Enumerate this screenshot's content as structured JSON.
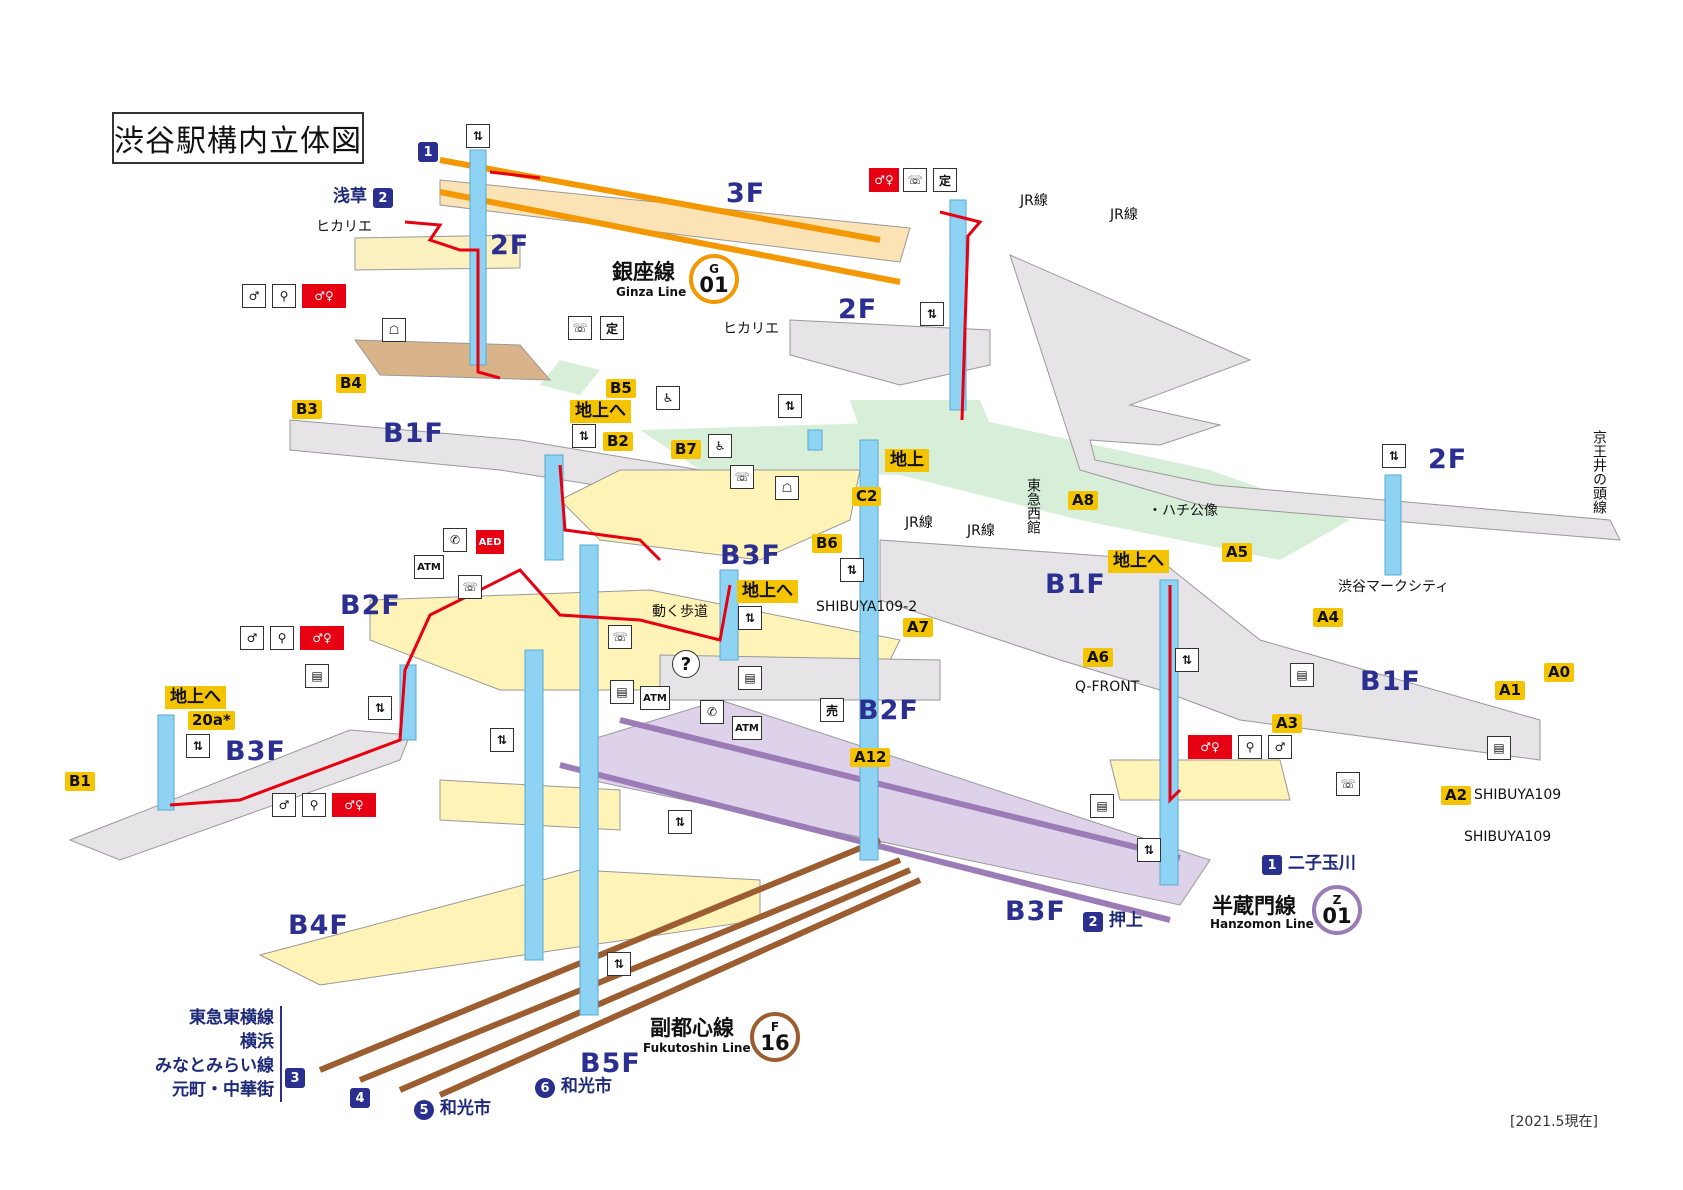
{
  "title": "渋谷駅構内立体図",
  "date_note": "[2021.5現在]",
  "floors": {
    "f3": "3F",
    "f2_ginza": "2F",
    "f2_hikarie": "2F",
    "f2_keio": "2F",
    "b1f_left": "B1F",
    "b1f_right_upper": "B1F",
    "b1f_right": "B1F",
    "b2f_left": "B2F",
    "b2f_center": "B2F",
    "b3f_center": "B3F",
    "b3f_left": "B3F",
    "b3f_hanzomon": "B3F",
    "b4f": "B4F",
    "b5f": "B5F"
  },
  "exits": {
    "b1": "B1",
    "b3": "B3",
    "b4": "B4",
    "b5": "B5",
    "b2": "B2",
    "b7": "B7",
    "b6": "B6",
    "c2": "C2",
    "a8": "A8",
    "a5": "A5",
    "a4": "A4",
    "a7": "A7",
    "a6": "A6",
    "a3": "A3",
    "a12": "A12",
    "a1": "A1",
    "a0": "A0",
    "a2": "A2",
    "x20a": "20a*"
  },
  "to_ground": {
    "b5_chijo": "地上へ",
    "center_chijo": "地上へ",
    "right_chijo": "地上へ",
    "left_chijo": "地上へ",
    "chijo": "地上"
  },
  "places": {
    "hikarie_1": "ヒカリエ",
    "hikarie_2": "ヒカリエ",
    "jr_1": "JR線",
    "jr_2": "JR線",
    "jr_3": "JR線",
    "jr_4": "JR線",
    "tokyu_nishikan": "東急西館",
    "hachiko": "・ハチ公像",
    "mark_city": "渋谷マークシティ",
    "keio_inokashira": "京王井の頭線",
    "shibuya109_2": "SHIBUYA109-2",
    "qfront": "Q-FRONT",
    "shibuya109_a2": "SHIBUYA109",
    "shibuya109": "SHIBUYA109",
    "moving_walk": "動く歩道"
  },
  "lines": {
    "ginza": {
      "name": "銀座線",
      "sub": "Ginza Line",
      "letter": "G",
      "number": "01",
      "color": "#f39800"
    },
    "hanzomon": {
      "name": "半蔵門線",
      "sub": "Hanzomon Line",
      "letter": "Z",
      "number": "01",
      "color": "#9b7cb6"
    },
    "fukutoshin": {
      "name": "副都心線",
      "sub": "Fukutoshin Line",
      "letter": "F",
      "number": "16",
      "color": "#9c5e31"
    }
  },
  "platforms": {
    "ginza_1": "1",
    "ginza_2_num": "2",
    "ginza_2_dest": "浅草",
    "hanzomon_1_num": "1",
    "hanzomon_1_dest": "二子玉川",
    "hanzomon_2_num": "2",
    "hanzomon_2_dest": "押上",
    "fuku_3": "3",
    "fuku_4": "4",
    "fuku_5_num": "5",
    "fuku_5_dest": "和光市",
    "fuku_6_num": "6",
    "fuku_6_dest": "和光市"
  },
  "through_lines": [
    "東急東横線",
    "横浜",
    "みなとみらい線",
    "元町・中華街"
  ],
  "icon_text": {
    "atm": "ATM",
    "aed": "AED",
    "question": "?",
    "phone": "✆"
  },
  "colors": {
    "floor_label": "#2b2f8f",
    "exit_yellow": "#f5c400",
    "elevator_blue": "#8fd3f4",
    "route_red": "#e60012",
    "concourse": "#e6e4e6",
    "ginza_floor": "#fbe3b5",
    "b3f_floor": "#fff3b8",
    "hanzomon_floor": "#ddd2ea",
    "ground_green": "#d7efd9"
  }
}
